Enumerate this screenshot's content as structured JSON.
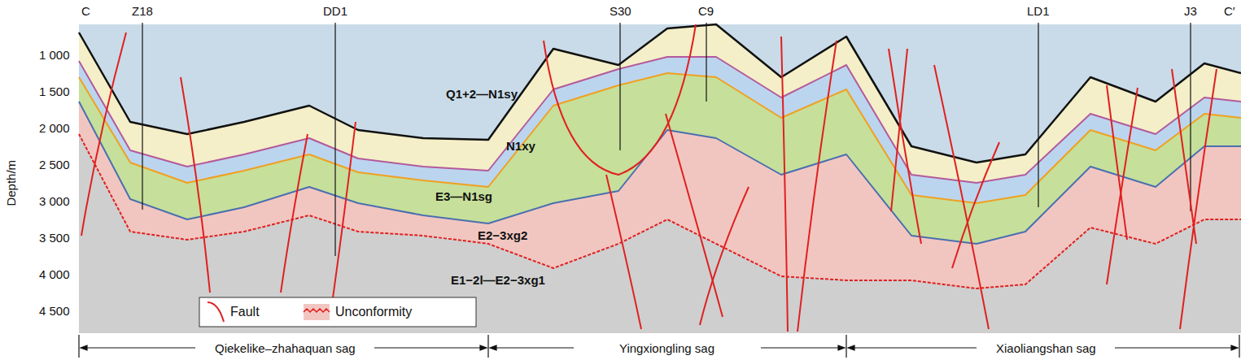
{
  "diagram": {
    "labels": [
      "C",
      "Z18",
      "DD1",
      "S30",
      "C9",
      "LD1",
      "J3",
      "C′",
      "Depth/m",
      "1 000",
      "1 500",
      "2 000",
      "2 500",
      "3 000",
      "3 500",
      "4 000",
      "4 500",
      "Q1+2—N1sy",
      "N1xy",
      "E3—N1sg",
      "E2−3xg2",
      "E1−2l—E2−3xg1",
      "Qiekelike–zhahaquan sag",
      "Yingxiongling sag",
      "Xiaoliangshan sag"
    ],
    "legend": [
      {
        "text": "Fault"
      },
      {
        "text": "Unconformity"
      }
    ]
  }
}
